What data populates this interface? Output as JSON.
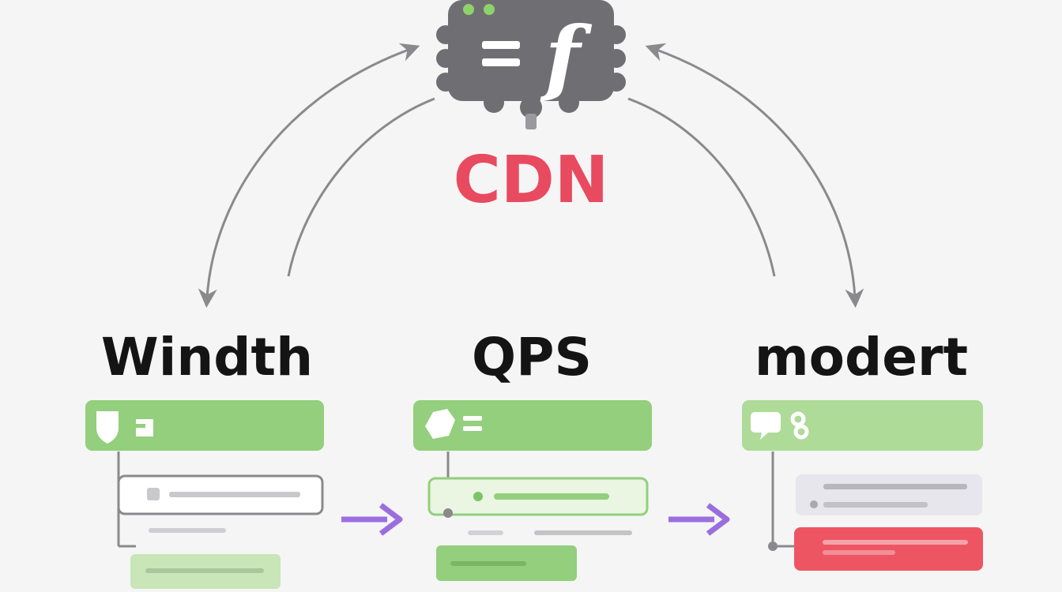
{
  "hub": {
    "label": "CDN",
    "icon_name": "function-chip-icon",
    "icon_glyph": "=f",
    "label_color": "#e84a5f",
    "chip_color": "#6f6f73",
    "dot_color": "#8fd16a"
  },
  "columns": [
    {
      "title": "Windth",
      "header_icons": [
        "shield-icon",
        "list-icon"
      ],
      "state": "default"
    },
    {
      "title": "QPS",
      "header_icons": [
        "hexagon-icon",
        "equals-icon"
      ],
      "state": "active"
    },
    {
      "title": "modert",
      "header_icons": [
        "chat-icon",
        "link-icon"
      ],
      "state": "alert"
    }
  ],
  "colors": {
    "arrow_gray": "#8a8a8c",
    "flow_arrow": "#9b6ee0",
    "card_green": "#93cf7c",
    "card_green_light": "#c8e6b8",
    "card_red": "#ee5563",
    "text_dark": "#141414"
  }
}
